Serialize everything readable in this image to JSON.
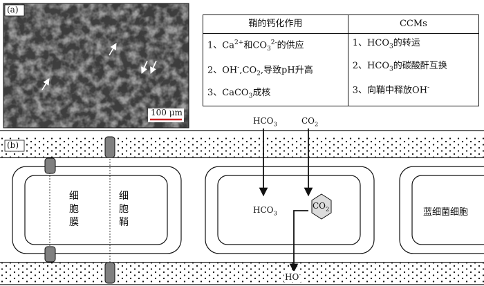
{
  "panel_a": {
    "label": "(a)",
    "scale_bar": "100 μm"
  },
  "table": {
    "header_left": "鞘的钙化作用",
    "header_right": "CCMs",
    "left_rows": [
      {
        "prefix": "1、Ca",
        "sup1": "2+",
        "mid": "和CO",
        "sub2": "3",
        "sup2": "2-",
        "suffix": "的供应"
      },
      {
        "prefix": "2、OH",
        "sup1": "-",
        "mid": ",CO",
        "sub2": "2",
        "suffix": ",导致pH升高"
      },
      {
        "prefix": "3、CaCO",
        "sub1": "3",
        "suffix": "成核"
      }
    ],
    "right_rows": [
      {
        "prefix": "1、HCO",
        "sub1": "3",
        "suffix": "的转运"
      },
      {
        "prefix": "2、HCO",
        "sub1": "3",
        "suffix": "的碳酸酐互换"
      },
      {
        "prefix": "3、向鞘中释放OH",
        "sup1": "-"
      }
    ]
  },
  "panel_b": {
    "label": "(b)",
    "membrane_label": "细胞膜",
    "sheath_label": "细胞鞘",
    "cyano_label": "蓝细菌细胞",
    "hco3_outside": {
      "base": "HCO",
      "sub": "3"
    },
    "co2_outside": {
      "base": "CO",
      "sub": "2"
    },
    "hco3_inside": {
      "base": "HCO",
      "sub": "3"
    },
    "co2_inside": {
      "base": "CO",
      "sub": "2"
    },
    "ho_out": {
      "base": "HO",
      "sup": "-"
    }
  },
  "colors": {
    "micrograph_bg": "#3a3a3a",
    "scale_bar": "#cc2222",
    "pore": "#808080",
    "hexagon": "#dcdcdc"
  }
}
